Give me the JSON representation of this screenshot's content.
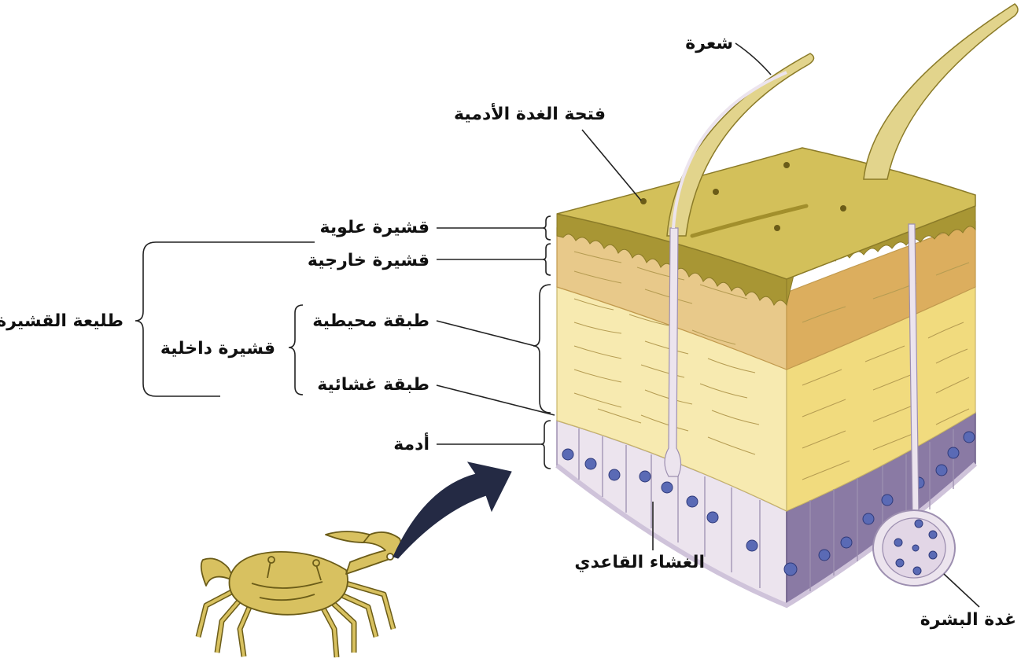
{
  "labels": {
    "hair": "شعرة",
    "gland_opening": "فتحة الغدة الأدمية",
    "epicuticle": "قشيرة علوية",
    "exocuticle": "قشيرة خارجية",
    "procuticle": "طليعة القشيرة",
    "endocuticle": "قشيرة داخلية",
    "peripheral_layer": "طبقة محيطية",
    "membranous_layer": "طبقة غشائية",
    "dermis": "أدمة",
    "basement_membrane": "الغشاء القاعدي",
    "epidermal_gland": "غدة البشرة"
  },
  "colors": {
    "epicuticle_top": "#d3c05a",
    "epicuticle_dark": "#a89634",
    "exocuticle": "#e8c98a",
    "exocuticle_side": "#dcae5e",
    "endocuticle": "#f7eab0",
    "endocuticle_side": "#f1db7e",
    "cells": "#ece4ee",
    "cells_side": "#8a7aa4",
    "nucleus": "#5a6ab5",
    "hair": "#e2d48c",
    "crab": "#d8c160",
    "arrow": "#242a44"
  },
  "icons": [
    "crab-illustration",
    "pointer-arrow-icon"
  ]
}
